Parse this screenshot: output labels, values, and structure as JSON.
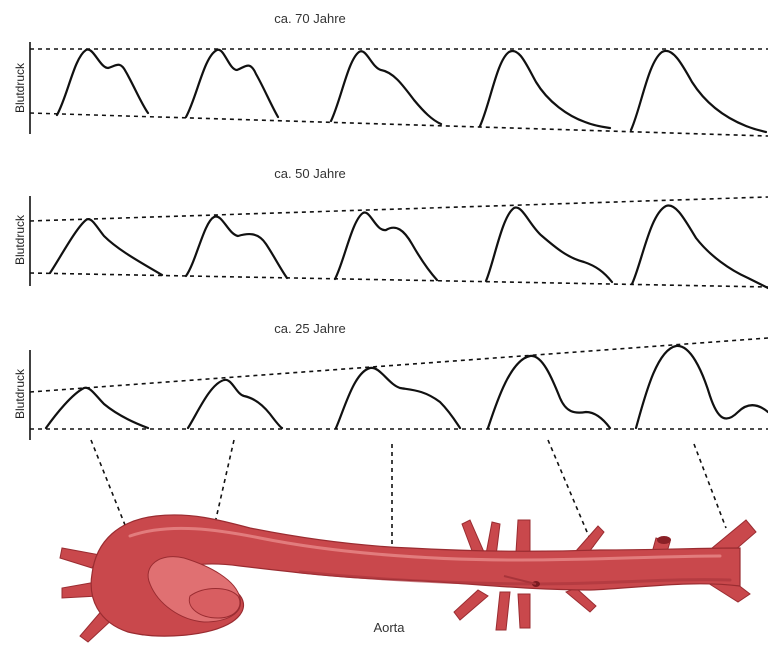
{
  "panels": [
    {
      "title": "ca. 70 Jahre",
      "ylabel": "Blutdruck"
    },
    {
      "title": "ca. 50 Jahre",
      "ylabel": "Blutdruck"
    },
    {
      "title": "ca. 25 Jahre",
      "ylabel": "Blutdruck"
    }
  ],
  "vessel": {
    "label": "Aorta",
    "color": "#c9484c",
    "dark": "#9a2c31",
    "light": "#e27a7b"
  }
}
